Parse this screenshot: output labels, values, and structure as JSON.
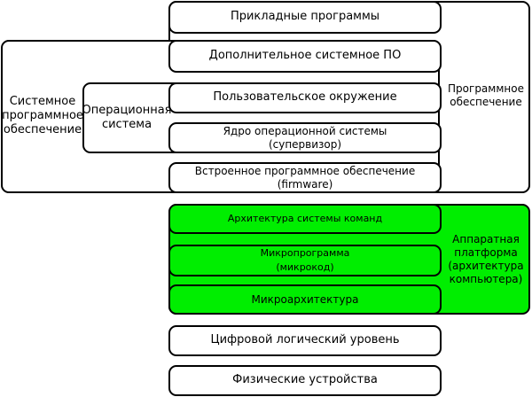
{
  "diagram": {
    "software_group_label": "Программное\nобеспечение",
    "system_software_label": "Системное\nпрограммное\nобеспечение",
    "os_label": "Операционная\nсистема",
    "hardware_group_label": "Аппаратная\nплатформа\n(архитектура\nкомпьютера)",
    "layers": {
      "applications": "Прикладные программы",
      "additional_system_software": "Дополнительное системное ПО",
      "user_environment": "Пользовательское окружение",
      "os_kernel": "Ядро операционной системы\n(супервизор)",
      "firmware": "Встроенное программное обеспечение\n(firmware)",
      "isa": "Архитектура системы команд",
      "microprogram": "Микропрограмма\n(микрокод)",
      "microarchitecture": "Микроархитектура",
      "digital_logic": "Цифровой логический уровень",
      "physical_devices": "Физические устройства"
    },
    "colors": {
      "hardware_fill": "#00ee00",
      "border": "#000000",
      "background": "#ffffff"
    }
  }
}
